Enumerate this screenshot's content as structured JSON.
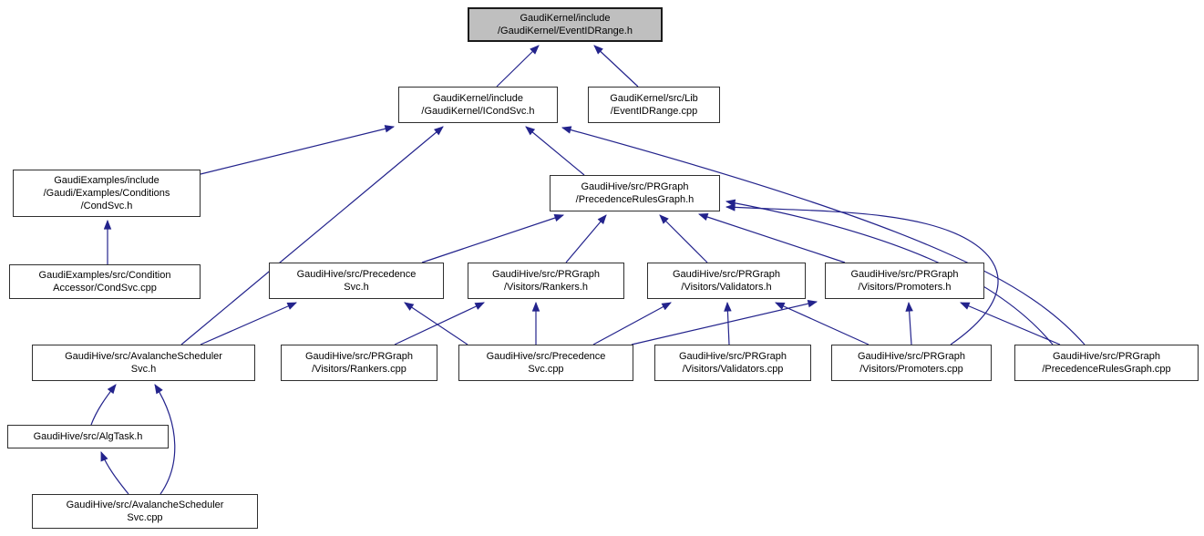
{
  "diagram": {
    "type": "doxygen-included-by-dependency-graph",
    "background": "#ffffff",
    "edge_color": "#23238c",
    "border_color": "#2f2f2f",
    "node_fill": "#ffffff",
    "root_fill": "#bfbfbf"
  },
  "nodes": [
    {
      "id": "eventidrange_h",
      "root": true,
      "lines": [
        "GaudiKernel/include",
        "/GaudiKernel/EventIDRange.h"
      ]
    },
    {
      "id": "icondsvc_h",
      "root": false,
      "lines": [
        "GaudiKernel/include",
        "/GaudiKernel/ICondSvc.h"
      ]
    },
    {
      "id": "eventidrange_cpp",
      "root": false,
      "lines": [
        "GaudiKernel/src/Lib",
        "/EventIDRange.cpp"
      ]
    },
    {
      "id": "condsvc_examples_h",
      "root": false,
      "lines": [
        "GaudiExamples/include",
        "/Gaudi/Examples/Conditions",
        "/CondSvc.h"
      ]
    },
    {
      "id": "prg_h",
      "root": false,
      "lines": [
        "GaudiHive/src/PRGraph",
        "/PrecedenceRulesGraph.h"
      ]
    },
    {
      "id": "condsvc_examples_cpp",
      "root": false,
      "lines": [
        "GaudiExamples/src/Condition",
        "Accessor/CondSvc.cpp"
      ]
    },
    {
      "id": "precedencesvc_h",
      "root": false,
      "lines": [
        "GaudiHive/src/Precedence",
        "Svc.h"
      ]
    },
    {
      "id": "rankers_h",
      "root": false,
      "lines": [
        "GaudiHive/src/PRGraph",
        "/Visitors/Rankers.h"
      ]
    },
    {
      "id": "validators_h",
      "root": false,
      "lines": [
        "GaudiHive/src/PRGraph",
        "/Visitors/Validators.h"
      ]
    },
    {
      "id": "promoters_h",
      "root": false,
      "lines": [
        "GaudiHive/src/PRGraph",
        "/Visitors/Promoters.h"
      ]
    },
    {
      "id": "avalancheschedulersvc_h",
      "root": false,
      "lines": [
        "GaudiHive/src/AvalancheScheduler",
        "Svc.h"
      ]
    },
    {
      "id": "rankers_cpp",
      "root": false,
      "lines": [
        "GaudiHive/src/PRGraph",
        "/Visitors/Rankers.cpp"
      ]
    },
    {
      "id": "precedencesvc_cpp",
      "root": false,
      "lines": [
        "GaudiHive/src/Precedence",
        "Svc.cpp"
      ]
    },
    {
      "id": "validators_cpp",
      "root": false,
      "lines": [
        "GaudiHive/src/PRGraph",
        "/Visitors/Validators.cpp"
      ]
    },
    {
      "id": "promoters_cpp",
      "root": false,
      "lines": [
        "GaudiHive/src/PRGraph",
        "/Visitors/Promoters.cpp"
      ]
    },
    {
      "id": "prg_cpp",
      "root": false,
      "lines": [
        "GaudiHive/src/PRGraph",
        "/PrecedenceRulesGraph.cpp"
      ]
    },
    {
      "id": "algtask_h",
      "root": false,
      "lines": [
        "GaudiHive/src/AlgTask.h"
      ]
    },
    {
      "id": "avalancheschedulersvc_cpp",
      "root": false,
      "lines": [
        "GaudiHive/src/AvalancheScheduler",
        "Svc.cpp"
      ]
    }
  ],
  "edges": [
    {
      "from": "icondsvc_h",
      "to": "eventidrange_h"
    },
    {
      "from": "eventidrange_cpp",
      "to": "eventidrange_h"
    },
    {
      "from": "condsvc_examples_h",
      "to": "icondsvc_h"
    },
    {
      "from": "avalancheschedulersvc_h",
      "to": "icondsvc_h"
    },
    {
      "from": "prg_h",
      "to": "icondsvc_h"
    },
    {
      "from": "prg_cpp",
      "to": "icondsvc_h"
    },
    {
      "from": "condsvc_examples_cpp",
      "to": "condsvc_examples_h"
    },
    {
      "from": "precedencesvc_h",
      "to": "prg_h"
    },
    {
      "from": "rankers_h",
      "to": "prg_h"
    },
    {
      "from": "validators_h",
      "to": "prg_h"
    },
    {
      "from": "promoters_h",
      "to": "prg_h"
    },
    {
      "from": "promoters_cpp",
      "to": "prg_h"
    },
    {
      "from": "prg_cpp",
      "to": "prg_h"
    },
    {
      "from": "avalancheschedulersvc_h",
      "to": "precedencesvc_h"
    },
    {
      "from": "precedencesvc_cpp",
      "to": "precedencesvc_h"
    },
    {
      "from": "rankers_cpp",
      "to": "rankers_h"
    },
    {
      "from": "precedencesvc_cpp",
      "to": "rankers_h"
    },
    {
      "from": "precedencesvc_cpp",
      "to": "validators_h"
    },
    {
      "from": "validators_cpp",
      "to": "validators_h"
    },
    {
      "from": "promoters_cpp",
      "to": "validators_h"
    },
    {
      "from": "precedencesvc_cpp",
      "to": "promoters_h"
    },
    {
      "from": "promoters_cpp",
      "to": "promoters_h"
    },
    {
      "from": "prg_cpp",
      "to": "promoters_h"
    },
    {
      "from": "algtask_h",
      "to": "avalancheschedulersvc_h"
    },
    {
      "from": "avalancheschedulersvc_cpp",
      "to": "algtask_h"
    },
    {
      "from": "avalancheschedulersvc_cpp",
      "to": "avalancheschedulersvc_h"
    }
  ]
}
